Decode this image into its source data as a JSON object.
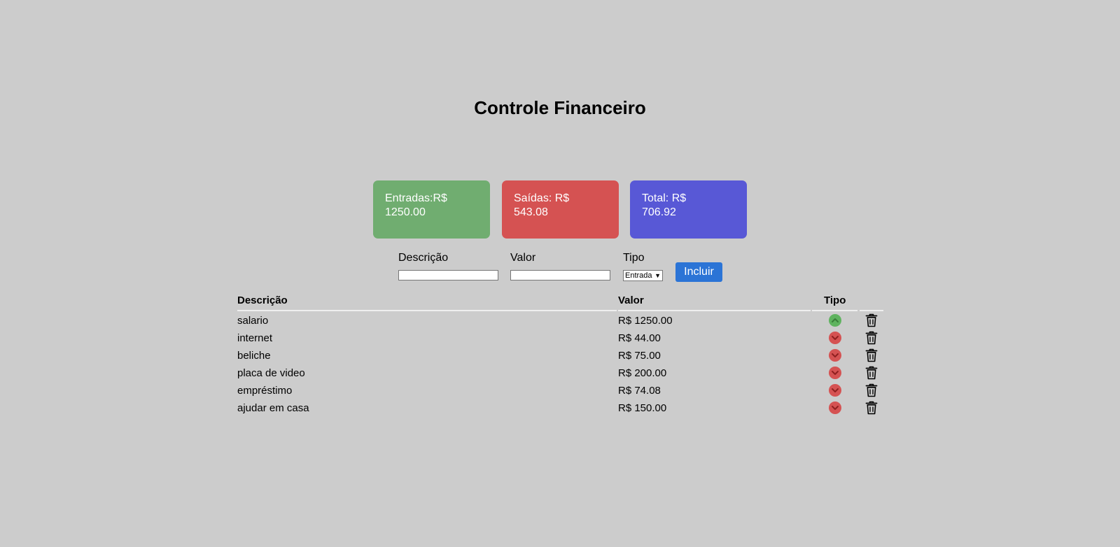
{
  "header": {
    "title": "Controle Financeiro"
  },
  "summary": {
    "income": {
      "label": "Entradas:R$",
      "value": "1250.00",
      "color": "#70ad70"
    },
    "expenses": {
      "label": "Saídas: R$",
      "value": "543.08",
      "color": "#d55252"
    },
    "total": {
      "label": "Total: R$",
      "value": "706.92",
      "color": "#5858d6"
    }
  },
  "form": {
    "description_label": "Descrição",
    "description_value": "",
    "value_label": "Valor",
    "value_value": "",
    "type_label": "Tipo",
    "type_selected": "Entrada",
    "submit_label": "Incluir",
    "submit_color": "#2b74d6"
  },
  "table": {
    "headers": {
      "description": "Descrição",
      "value": "Valor",
      "type": "Tipo"
    },
    "rows": [
      {
        "description": "salario",
        "value": "R$ 1250.00",
        "type": "entrada",
        "type_icon": "chevron-up-circle-icon"
      },
      {
        "description": "internet",
        "value": "R$ 44.00",
        "type": "saida",
        "type_icon": "chevron-down-circle-icon"
      },
      {
        "description": "beliche",
        "value": "R$ 75.00",
        "type": "saida",
        "type_icon": "chevron-down-circle-icon"
      },
      {
        "description": "placa de video",
        "value": "R$ 200.00",
        "type": "saida",
        "type_icon": "chevron-down-circle-icon"
      },
      {
        "description": "empréstimo",
        "value": "R$ 74.08",
        "type": "saida",
        "type_icon": "chevron-down-circle-icon"
      },
      {
        "description": "ajudar em casa",
        "value": "R$ 150.00",
        "type": "saida",
        "type_icon": "chevron-down-circle-icon"
      }
    ],
    "delete_icon": "trash-icon",
    "income_color": "#5fb35f",
    "expense_color": "#d55252"
  }
}
